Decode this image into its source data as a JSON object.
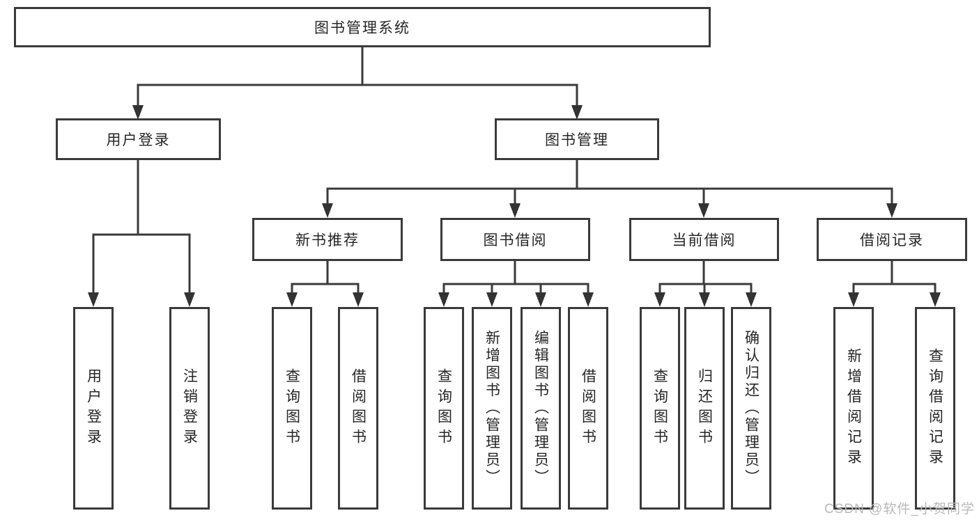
{
  "diagram": {
    "root": "图书管理系统",
    "level2": [
      "用户登录",
      "图书管理"
    ],
    "level3": [
      "新书推荐",
      "图书借阅",
      "当前借阅",
      "借阅记录"
    ],
    "leaves_user_login": [
      "用户登录",
      "注销登录"
    ],
    "leaves_new_book": [
      "查询图书",
      "借阅图书"
    ],
    "leaves_book_borrow": [
      "查询图书",
      "新增图书（管理员）",
      "编辑图书（管理员）",
      "借阅图书"
    ],
    "leaves_current_borrow": [
      "查询图书",
      "归还图书",
      "确认归还（管理员）"
    ],
    "leaves_borrow_record": [
      "新增借阅记录",
      "查询借阅记录"
    ]
  },
  "watermark": {
    "text": "CSDN @软件_小贺同学"
  },
  "colors": {
    "line": "#3a3a3a",
    "box_border": "#3a3a3a",
    "text": "#262626",
    "watermark": "#b9b9b9",
    "background": "#ffffff"
  }
}
